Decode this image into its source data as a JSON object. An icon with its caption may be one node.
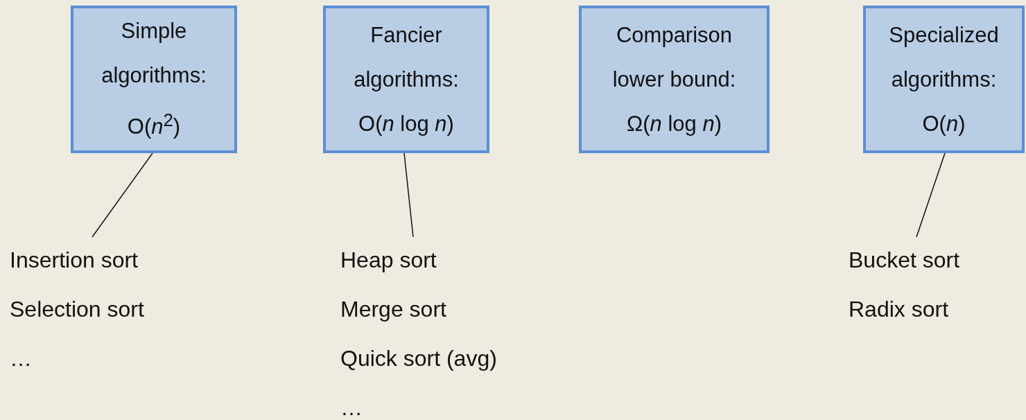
{
  "diagram": {
    "nodes": [
      {
        "text": [
          "Simple algorithms: O(*n*$^{2}$)"
        ]
      },
      {
        "text": [
          "Fancier algorithms: O(*n* log *n*)"
        ]
      },
      {
        "text": [
          "Comparison lower bound: Ω(*n* log *n*)"
        ]
      },
      {
        "text": [
          "Specialized algorithms: O(*n*)"
        ]
      },
      {
        "text": [
          "Insertion sort",
          "Selection sort",
          "…"
        ]
      },
      {
        "text": [
          "Heap sort",
          "Merge sort",
          "Quick sort (avg)",
          "…"
        ]
      },
      {
        "text": [
          "Bucket sort",
          "Radix sort"
        ]
      }
    ],
    "edges": [
      {
        "from": 0,
        "to": 4,
        "arrow": "none"
      },
      {
        "from": 1,
        "to": 5,
        "arrow": "none"
      },
      {
        "from": 3,
        "to": 6,
        "arrow": "none"
      }
    ]
  }
}
